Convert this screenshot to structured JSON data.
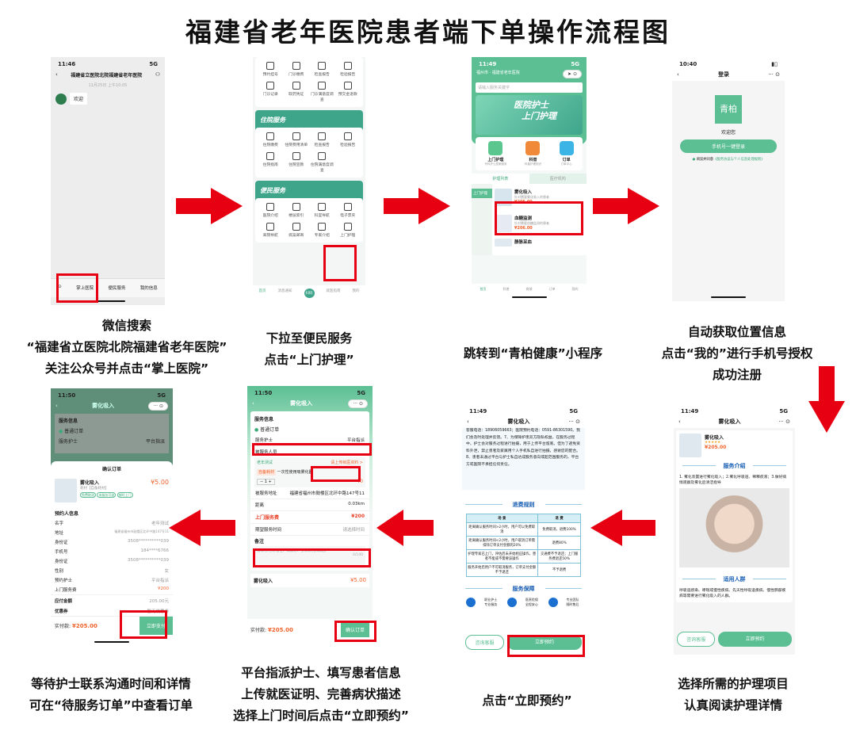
{
  "title": "福建省老年医院患者端下单操作流程图",
  "colors": {
    "accent": "#5bbf93",
    "arrow": "#e60012",
    "highlight": "#e60012"
  },
  "captions": {
    "step1": [
      "微信搜索",
      "“福建省立医院北院福建省老年医院”",
      "关注公众号并点击“掌上医院”"
    ],
    "step2": [
      "下拉至便民服务",
      "点击“上门护理”"
    ],
    "step3": [
      "跳转到“青柏健康”小程序"
    ],
    "step4": [
      "自动获取位置信息",
      "点击“我的”进行手机号授权",
      "成功注册"
    ],
    "step5": [
      "选择所需的护理项目",
      "认真阅读护理详情"
    ],
    "step6": [
      "点击“立即预约”"
    ],
    "step7": [
      "平台指派护士、填写患者信息",
      "上传就医证明、完善病状描述",
      "选择上门时间后点击“立即预约”"
    ],
    "step8": [
      "等待护士联系沟通时间和详情",
      "可在“待服务订单”中查看订单"
    ]
  },
  "s1": {
    "time": "11:46",
    "signal": "5G",
    "account": "福建省立医院北院福建省老年医院",
    "timestamp": "11月25日 上午10:05",
    "message": "欢迎",
    "menu": [
      "掌上医院",
      "便民服务",
      "我的信息"
    ]
  },
  "s2": {
    "top": [
      "预约挂号",
      "门诊缴费",
      "检查报告",
      "检验报告",
      "门诊记录",
      "取药凭证",
      "门诊满意度调查",
      "预交金退款"
    ],
    "inpatient_title": "住院服务",
    "inpatient": [
      "住院缴费",
      "住院费用清单",
      "检查报告",
      "检验报告",
      "住院指南",
      "住院宣教",
      "住院满意度调查"
    ],
    "convenience_title": "便民服务",
    "convenience": [
      "医院介绍",
      "楼层索引",
      "科室导航",
      "电子票夹",
      "来院导航",
      "病案邮寄",
      "专家介绍",
      "上门护理"
    ],
    "nav": [
      "首页",
      "消息通知",
      "扫码",
      "就医指南",
      "我的"
    ]
  },
  "s3": {
    "time": "11:49",
    "signal": "5G",
    "location": "福州市 · 福建省老年医院",
    "search_placeholder": "请输入服务关键字",
    "banner": [
      "医院护士",
      "上门护理"
    ],
    "quick": [
      {
        "label": "上门护理",
        "sub": "专科护士居家服务"
      },
      {
        "label": "科普",
        "sub": "科普护理知识"
      },
      {
        "label": "订单",
        "sub": "订单中心"
      }
    ],
    "tabs": [
      "护理列表",
      "医疗机构"
    ],
    "side": "上门护理",
    "items": [
      {
        "name": "雾化吸入",
        "desc": "针对需要雾化吸入的患者",
        "price": "¥205.00"
      },
      {
        "name": "血糖监测",
        "desc": "针对需要血糖监测的患者",
        "price": "¥206.00"
      },
      {
        "name": "静脉采血",
        "desc": "",
        "price": ""
      }
    ],
    "nav": [
      "首页",
      "科普",
      "商城",
      "订单",
      "我的"
    ]
  },
  "s4": {
    "time": "10:40",
    "header": "登录",
    "logo": "青柏",
    "welcome": "欢迎您",
    "login_button": "手机号一键登录",
    "agree": "阅读并同意",
    "agreement": "《服务协议与个人信息处理规则》"
  },
  "s5": {
    "time": "11:49",
    "header": "雾化吸入",
    "product": "雾化吸入",
    "rating": "★★★★★",
    "price": "¥205.00",
    "intro_title": "服务介绍",
    "intro": "1. 雾化装置进行雾化吸入；2.雾化呼吸道、稀释痰液；3.做好病情观察及雾化后清洁指导",
    "people_title": "适用人群",
    "people": "呼吸道感染、哮喘或慢性疾病、先天性呼吸道疾病、慢性肺部疾病等需要进行雾化吸入的人群。",
    "consult": "咨询客服",
    "book": "立即预约"
  },
  "s6": {
    "time": "11:49",
    "header": "雾化吸入",
    "text": "客服电话：18906059663；医院预约电话：0591-86301590。我们会及时处理并反馈。7、为保障护患双方隐私权益，在服务过程中，护士会对服务过程进行拍摄，用于上传平台留底。但为了避免资料外泄，禁止患者及家属用个人手机私自进行拍摄，感谢您的配合。8、患者未通过平台与护士私自达成服务意向或超范围服务的，平台方或医院不承担任何责任。",
    "refund_title": "退费规则",
    "refund_head": [
      "场 景",
      "退 费"
    ],
    "refund_rows": [
      [
        "距离确认服务时间>2小时，用户可以免费取消",
        "免费取消，退费100%"
      ],
      [
        "距离确认服务时间<2小时，用户取消订单需扣除订单支付金额的20%",
        "退费80%"
      ],
      [
        "护理专家已上门，评估后未开始相应操作，患者不能或不需要该操作",
        "交通费不予退还；上门服务费退还50%"
      ],
      [
        "服务开始后用户不可取消服务，订单支付金额不予退还",
        "不予退费"
      ]
    ],
    "guarantee_title": "服务保障",
    "guarantee": [
      "职业护士 专业服务",
      "医责险保 全程安心",
      "专业团队 随时售后"
    ],
    "consult": "咨询客服",
    "book": "立即预约"
  },
  "s7": {
    "time": "11:50",
    "header": "雾化吸入",
    "service_info": "服务信息",
    "order_type": "普通订单",
    "nurse_label": "服务护士",
    "nurse_value": "平台指派",
    "patient_label": "被服务人员",
    "patient_name": "老年测试",
    "upload": "请上传就医资料 >",
    "material_tag": "自备耗材",
    "material": "一次性使用吸雾化器",
    "qty": "1",
    "mat_price": "¥0",
    "address_label": "被服务地址",
    "address": "福建省福州市鼓楼区北环中路147号11",
    "distance_label": "距离",
    "distance": "0.03km",
    "fee_label": "上门服务费",
    "fee": "¥200",
    "time_label": "期望服务时间",
    "time_placeholder": "请选择时间",
    "note_label": "备注",
    "note_placeholder": "请填写时间/备注、如需求、身体状况和病因",
    "note_count": "0/140",
    "item": "雾化吸入",
    "item_price": "¥5.00",
    "pay_label": "实付款:",
    "pay": "¥205.00",
    "confirm": "确认订单"
  },
  "s8": {
    "time": "11:50",
    "header": "雾化吸入",
    "service_info": "服务信息",
    "order_type": "普通订单",
    "nurse_label": "服务护士",
    "nurse_value": "平台指派",
    "sheet_title": "确认订单",
    "item": "雾化吸入",
    "item_sub": "耗材【自备耗材】",
    "item_price": "¥5.00",
    "tags": [
      "免费取消",
      "未服务可退",
      "按时上门"
    ],
    "info_title": "预约人信息",
    "fields": [
      [
        "名字",
        "老年测试"
      ],
      [
        "地址",
        "福建省福州市鼓楼区北环中路147号11"
      ],
      [
        "身份证",
        "3508**********039"
      ],
      [
        "手机号",
        "184****6766"
      ],
      [
        "身份证",
        "3508**********039"
      ],
      [
        "性别",
        "女"
      ],
      [
        "预约护士",
        "平台指派"
      ],
      [
        "上门服务费",
        "¥200"
      ]
    ],
    "payable_label": "应付金额",
    "payable": "205.00元",
    "coupon_label": "优惠券",
    "coupon": "暂无优惠券",
    "pay_label": "实付款:",
    "pay": "¥205.00",
    "pay_button": "立即支付"
  }
}
